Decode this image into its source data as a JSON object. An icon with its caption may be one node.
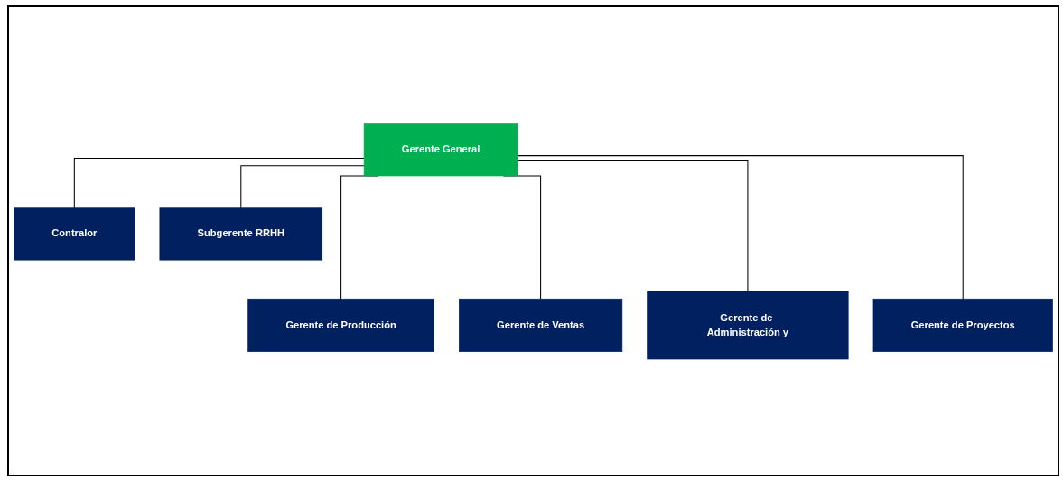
{
  "diagram": {
    "nodes": [
      {
        "text": [
          "Gerente General"
        ]
      },
      {
        "text": [
          "Contralor"
        ]
      },
      {
        "text": [
          "Subgerente RRHH"
        ]
      },
      {
        "text": [
          "Gerente de Producción"
        ]
      },
      {
        "text": [
          "Gerente de Ventas"
        ]
      },
      {
        "text": [
          "Gerente de Administración y"
        ]
      },
      {
        "text": [
          "Gerente de Proyectos"
        ]
      }
    ],
    "edges": [
      {
        "from": 0,
        "to": 1,
        "arrow": "none"
      },
      {
        "from": 0,
        "to": 2,
        "arrow": "none"
      },
      {
        "from": 0,
        "to": 3,
        "arrow": "none"
      },
      {
        "from": 0,
        "to": 4,
        "arrow": "none"
      },
      {
        "from": 0,
        "to": 5,
        "arrow": "none"
      },
      {
        "from": 0,
        "to": 6,
        "arrow": "none"
      }
    ]
  }
}
